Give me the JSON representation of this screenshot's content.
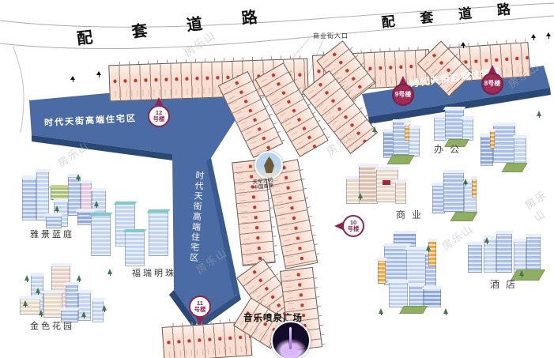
{
  "map": {
    "road_label": "配套道路",
    "entrance_label": "商业街入口",
    "residential": {
      "band_label": "时代天街高端住宅区",
      "stem_label": "时代天街高端住宅区",
      "banner_label": "时代天街高端住宅区"
    },
    "pins": {
      "p12": {
        "num": "12",
        "suffix": "号楼"
      },
      "p11": {
        "num": "11",
        "suffix": "号楼"
      },
      "p10": {
        "num": "10",
        "suffix": "号楼"
      },
      "p9": {
        "label": "9号楼"
      },
      "p8": {
        "label": "8号楼"
      }
    },
    "communities": {
      "yajing": "雅景蓝庭",
      "furui": "福瑞明珠",
      "jinse": "金色花园"
    },
    "zones": {
      "office": "办公",
      "commerce": "商业",
      "hotel": "酒店"
    },
    "plaza_label": "音乐喷泉广场",
    "sky_tree": {
      "line1": "天空之树",
      "line2": "中国首座"
    },
    "watermark": "房乐山",
    "colors": {
      "zone_blue": "#4a6ba3",
      "zone_blue_dark": "#2b4875",
      "shop_fill": "#f9ded1",
      "stamp_red": "#c0392f",
      "pin_crimson": "#8f2450"
    }
  }
}
